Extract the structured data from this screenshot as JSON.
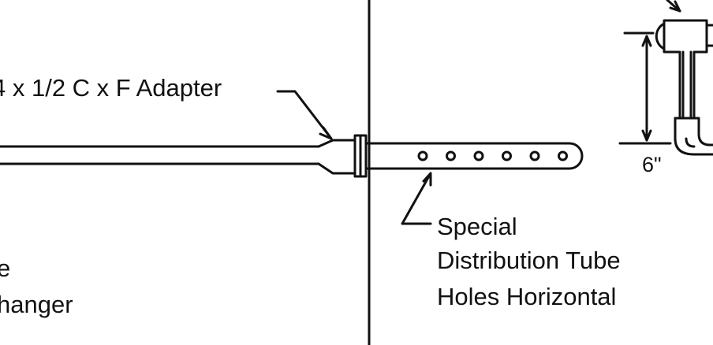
{
  "labels": {
    "adapter": "4 x 1/2 C x F Adapter",
    "tube_line1": "Special",
    "tube_line2": "Distribution Tube",
    "tube_line3": "Holes Horizontal",
    "left_line1": "e",
    "left_line2": "hanger",
    "dimension": "6\""
  },
  "colors": {
    "line": "#111111",
    "background": "#ffffff"
  },
  "tube": {
    "hole_count": 6
  }
}
